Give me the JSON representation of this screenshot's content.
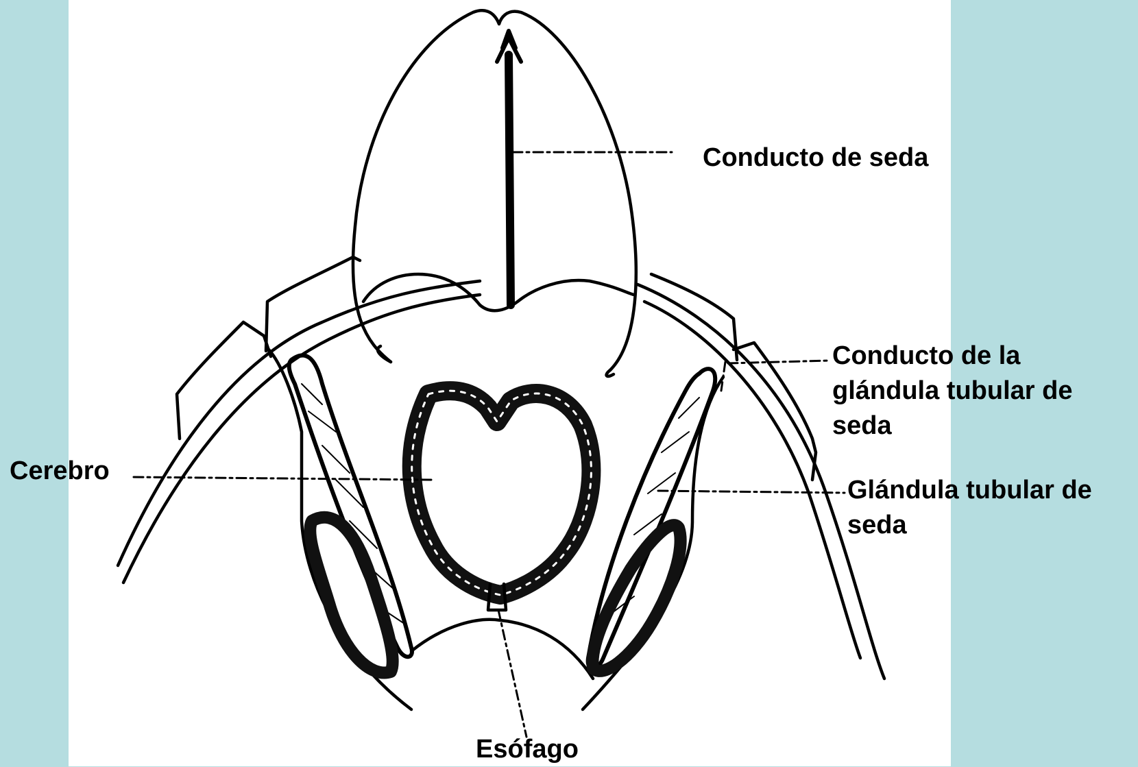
{
  "labels": {
    "silk_duct": "Conducto de seda",
    "tubular_gland_duct": "Conducto de la\nglándula tubular de\nseda",
    "brain": "Cerebro",
    "tubular_gland": "Glándula tubular de\nseda",
    "esophagus": "Esófago"
  },
  "colors": {
    "background": "#b5dde0",
    "panel": "#ffffff",
    "ink": "#000000"
  }
}
